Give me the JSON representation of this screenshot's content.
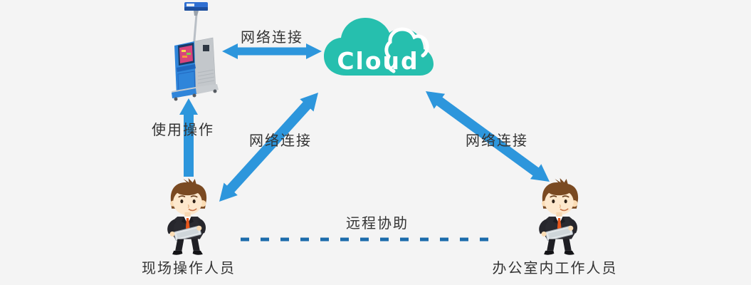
{
  "canvas": {
    "background": "#f4f4f4"
  },
  "colors": {
    "arrow": "#2d96dc",
    "cloud": "#26bfae",
    "dashed_line": "#1c6cab",
    "text": "#333333"
  },
  "cloud": {
    "label": "Cloud"
  },
  "connections": {
    "kiosk_cloud": {
      "label": "网络连接",
      "type": "double-arrow"
    },
    "operator_kiosk": {
      "label": "使用操作",
      "type": "up-arrow"
    },
    "operator_cloud": {
      "label": "网络连接",
      "type": "double-arrow"
    },
    "office_cloud": {
      "label": "网络连接",
      "type": "double-arrow"
    },
    "operator_office": {
      "label": "远程协助",
      "type": "dashed-line"
    }
  },
  "actors": {
    "kiosk": {
      "icon": "self-service-kiosk-illustration"
    },
    "field_operator": {
      "label": "现场操作人员",
      "icon": "businessman-with-tablet-illustration"
    },
    "office_worker": {
      "label": "办公室内工作人员",
      "icon": "businessman-with-tablet-illustration"
    }
  }
}
